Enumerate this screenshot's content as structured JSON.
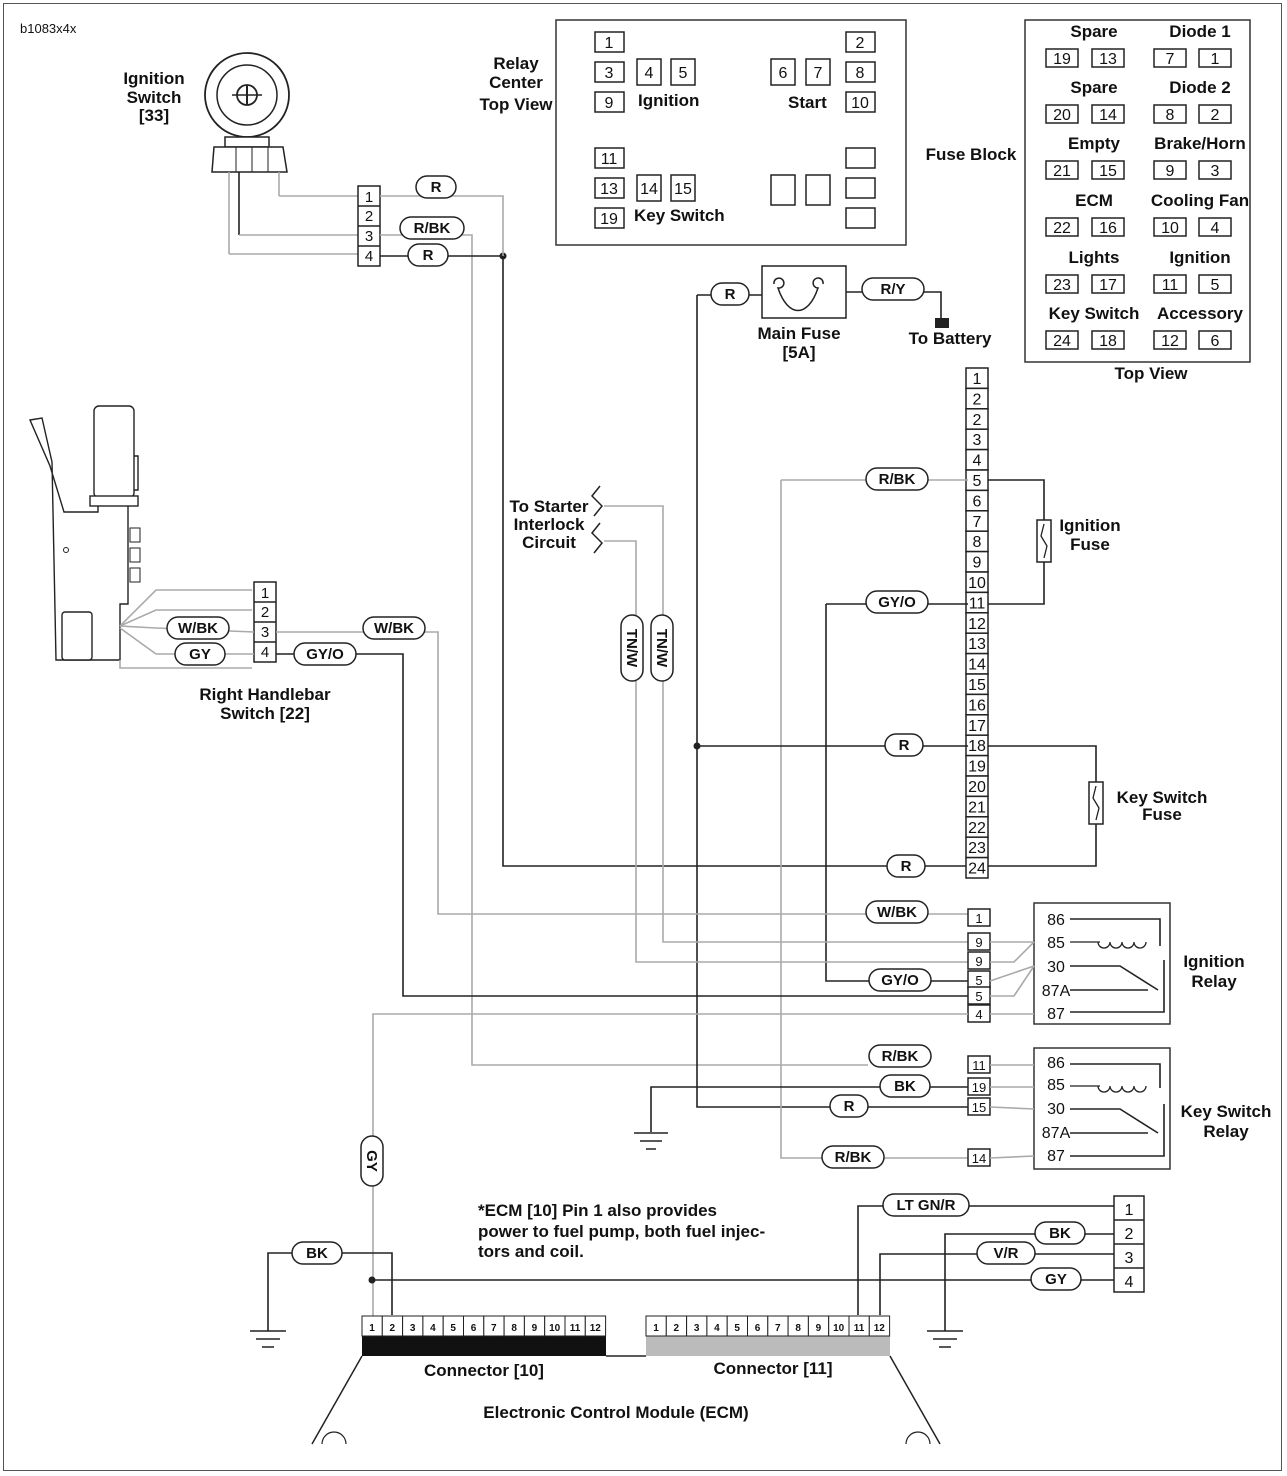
{
  "figure_id": "b1083x4x",
  "ignition_switch": {
    "title": "Ignition",
    "title2": "Switch",
    "ref": "[33]",
    "pins": [
      "1",
      "2",
      "3",
      "4"
    ]
  },
  "relay_center": {
    "title": "Relay",
    "title2": "Center",
    "title3": "Top View",
    "cells": [
      "1",
      "2",
      "3",
      "4",
      "5",
      "6",
      "7",
      "8",
      "9",
      "10",
      "11",
      "13",
      "14",
      "15",
      "19"
    ],
    "ignition": "Ignition",
    "start": "Start",
    "key_switch": "Key Switch"
  },
  "fuse_block": {
    "label": "Fuse Block",
    "top_view": "Top View",
    "rows": [
      {
        "left": "Spare",
        "right": "Diode 1",
        "cells": [
          "19",
          "13",
          "7",
          "1"
        ]
      },
      {
        "left": "Spare",
        "right": "Diode 2",
        "cells": [
          "20",
          "14",
          "8",
          "2"
        ]
      },
      {
        "left": "Empty",
        "right": "Brake/Horn",
        "cells": [
          "21",
          "15",
          "9",
          "3"
        ]
      },
      {
        "left": "ECM",
        "right": "Cooling Fan",
        "cells": [
          "22",
          "16",
          "10",
          "4"
        ]
      },
      {
        "left": "Lights",
        "right": "Ignition",
        "cells": [
          "23",
          "17",
          "11",
          "5"
        ]
      },
      {
        "left": "Key Switch",
        "right": "Accessory",
        "cells": [
          "24",
          "18",
          "12",
          "6"
        ]
      }
    ]
  },
  "main_fuse": {
    "title": "Main Fuse",
    "rating": "[5A]",
    "to_battery": "To Battery"
  },
  "fuse_strip_pins": [
    "1",
    "2",
    "2",
    "3",
    "4",
    "5",
    "6",
    "7",
    "8",
    "9",
    "10",
    "11",
    "12",
    "13",
    "14",
    "15",
    "16",
    "17",
    "18",
    "19",
    "20",
    "21",
    "22",
    "23",
    "24"
  ],
  "ignition_fuse": {
    "title": "Ignition",
    "title2": "Fuse"
  },
  "key_switch_fuse": {
    "title": "Key Switch",
    "title2": "Fuse"
  },
  "starter": {
    "l1": "To Starter",
    "l2": "Interlock",
    "l3": "Circuit"
  },
  "handlebar": {
    "title": "Right Handlebar",
    "title2": "Switch [22]",
    "pins": [
      "1",
      "2",
      "3",
      "4"
    ]
  },
  "ignition_relay": {
    "title": "Ignition",
    "title2": "Relay",
    "pins": [
      "1",
      "9",
      "9",
      "5",
      "5",
      "4"
    ],
    "terms": [
      "86",
      "85",
      "30",
      "87A",
      "87"
    ]
  },
  "key_switch_relay": {
    "title": "Key Switch",
    "title2": "Relay",
    "pins": [
      "11",
      "19",
      "15",
      "14"
    ],
    "terms": [
      "86",
      "85",
      "30",
      "87A",
      "87"
    ]
  },
  "connector4_pins": [
    "1",
    "2",
    "3",
    "4"
  ],
  "wire_labels": {
    "r": "R",
    "rbk": "R/BK",
    "ry": "R/Y",
    "gyo": "GY/O",
    "wbk": "W/BK",
    "gy": "GY",
    "tnw": "TN/W",
    "bk": "BK",
    "ltgnr": "LT GN/R",
    "vr": "V/R"
  },
  "note": {
    "l1": "*ECM [10] Pin 1 also provides",
    "l2": "power to fuel pump, both fuel injec-",
    "l3": "tors and coil."
  },
  "ecm": {
    "title": "Electronic Control Module (ECM)",
    "conn10": "Connector [10]",
    "conn11": "Connector [11]",
    "pins": [
      "1",
      "2",
      "3",
      "4",
      "5",
      "6",
      "7",
      "8",
      "9",
      "10",
      "11",
      "12"
    ]
  }
}
